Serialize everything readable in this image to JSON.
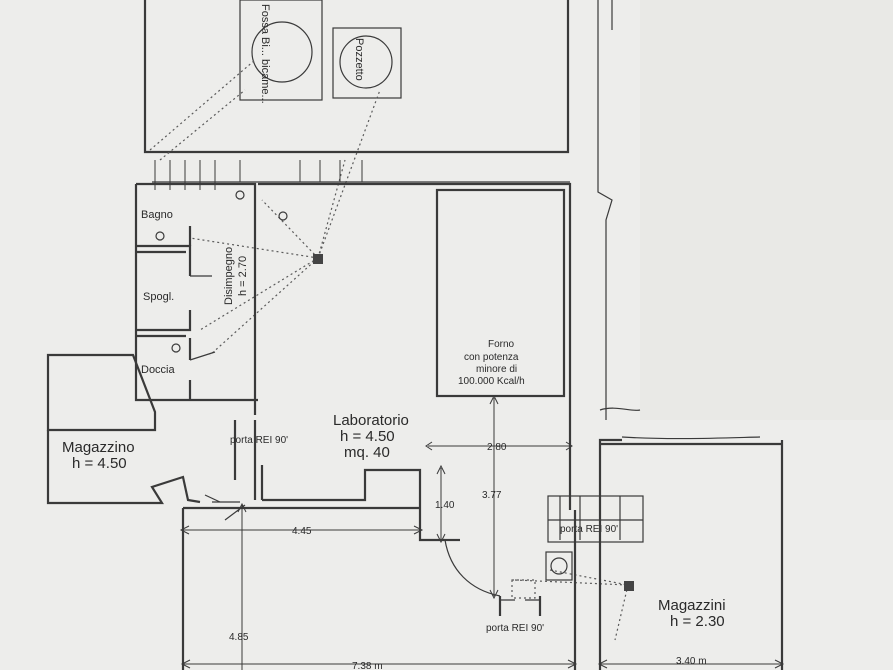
{
  "rooms": {
    "fossa": "Fossa Bi... bicame...",
    "pozzetto": "Pozzetto",
    "bagno": "Bagno",
    "spogl": "Spogl.",
    "doccia": "Doccia",
    "disimpegno_name": "Disimpegno",
    "disimpegno_h": "h = 2.70",
    "magazzino_name": "Magazzino",
    "magazzino_h": "h = 4.50",
    "laboratorio_name": "Laboratorio",
    "laboratorio_h": "h = 4.50",
    "laboratorio_mq": "mq. 40",
    "forno_l1": "Forno",
    "forno_l2": "con potenza",
    "forno_l3": "minore di",
    "forno_l4": "100.000 Kcal/h",
    "magazzini_name": "Magazzini",
    "magazzini_h": "h = 2.30"
  },
  "doors": {
    "door_left": "porta REI 90'",
    "door_right": "porta REI 90'",
    "door_bottom": "porta REI 90'"
  },
  "dimensions": {
    "d280": "2.80",
    "d377": "3.77",
    "d140": "1.40",
    "d445": "4.45",
    "d485": "4.85",
    "d738": "7.38 m",
    "d340": "3.40 m"
  }
}
